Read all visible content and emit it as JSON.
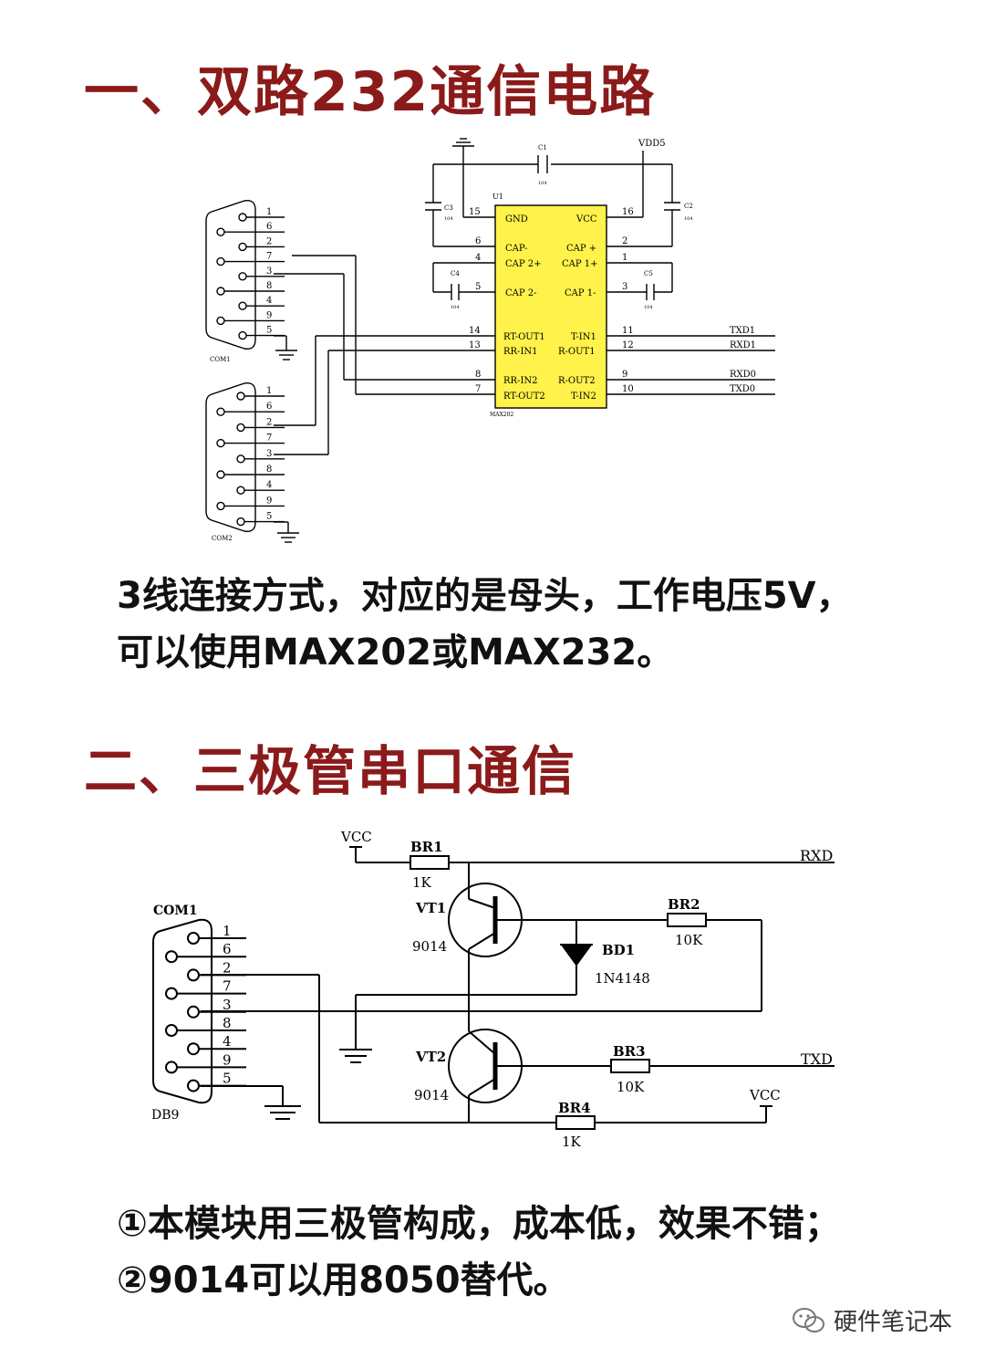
{
  "section1": {
    "title": "一、双路232通信电路",
    "description": [
      "3线连接方式，对应的是母头，工作电压5V，",
      "可以使用MAX202或MAX232。"
    ],
    "schematic": {
      "ic_ref": "U1",
      "ic_part": "MAX202",
      "power_label": "VDD5",
      "caps": [
        "C1",
        "C2",
        "C3",
        "C4",
        "C5"
      ],
      "cap_value": "104",
      "ic_left_pins": [
        {
          "num": "15",
          "name": "GND"
        },
        {
          "num": "6",
          "name": "CAP-"
        },
        {
          "num": "4",
          "name": "CAP 2+"
        },
        {
          "num": "5",
          "name": "CAP 2-"
        },
        {
          "num": "14",
          "name": "RT-OUT1"
        },
        {
          "num": "13",
          "name": "RR-IN1"
        },
        {
          "num": "8",
          "name": "RR-IN2"
        },
        {
          "num": "7",
          "name": "RT-OUT2"
        }
      ],
      "ic_right_pins": [
        {
          "num": "16",
          "name": "VCC"
        },
        {
          "num": "2",
          "name": "CAP +"
        },
        {
          "num": "1",
          "name": "CAP 1+"
        },
        {
          "num": "3",
          "name": "CAP 1-"
        },
        {
          "num": "11",
          "name": "T-IN1"
        },
        {
          "num": "12",
          "name": "R-OUT1"
        },
        {
          "num": "9",
          "name": "R-OUT2"
        },
        {
          "num": "10",
          "name": "T-IN2"
        }
      ],
      "signals": [
        "TXD1",
        "RXD1",
        "RXD0",
        "TXD0"
      ],
      "connectors": [
        "COM1",
        "COM2"
      ],
      "db9_pins": [
        "1",
        "6",
        "2",
        "7",
        "3",
        "8",
        "4",
        "9",
        "5"
      ]
    }
  },
  "section2": {
    "title": "二、三极管串口通信",
    "description": [
      "①本模块用三极管构成，成本低，效果不错；",
      "②9014可以用8050替代。"
    ],
    "schematic": {
      "vcc_label": "VCC",
      "rxd_label": "RXD",
      "txd_label": "TXD",
      "connector_label": "COM1",
      "connector_type": "DB9",
      "db9_pins": [
        "1",
        "6",
        "2",
        "7",
        "3",
        "8",
        "4",
        "9",
        "5"
      ],
      "resistors": [
        {
          "ref": "BR1",
          "value": "1K"
        },
        {
          "ref": "BR2",
          "value": "10K"
        },
        {
          "ref": "BR3",
          "value": "10K"
        },
        {
          "ref": "BR4",
          "value": "1K"
        }
      ],
      "transistors": [
        {
          "ref": "VT1",
          "part": "9014"
        },
        {
          "ref": "VT2",
          "part": "9014"
        }
      ],
      "diode": {
        "ref": "BD1",
        "part": "1N4148"
      }
    }
  },
  "watermark": "硬件笔记本",
  "colors": {
    "heading": "#8b1a1a",
    "ic_fill": "#fff24a",
    "text": "#111111"
  }
}
